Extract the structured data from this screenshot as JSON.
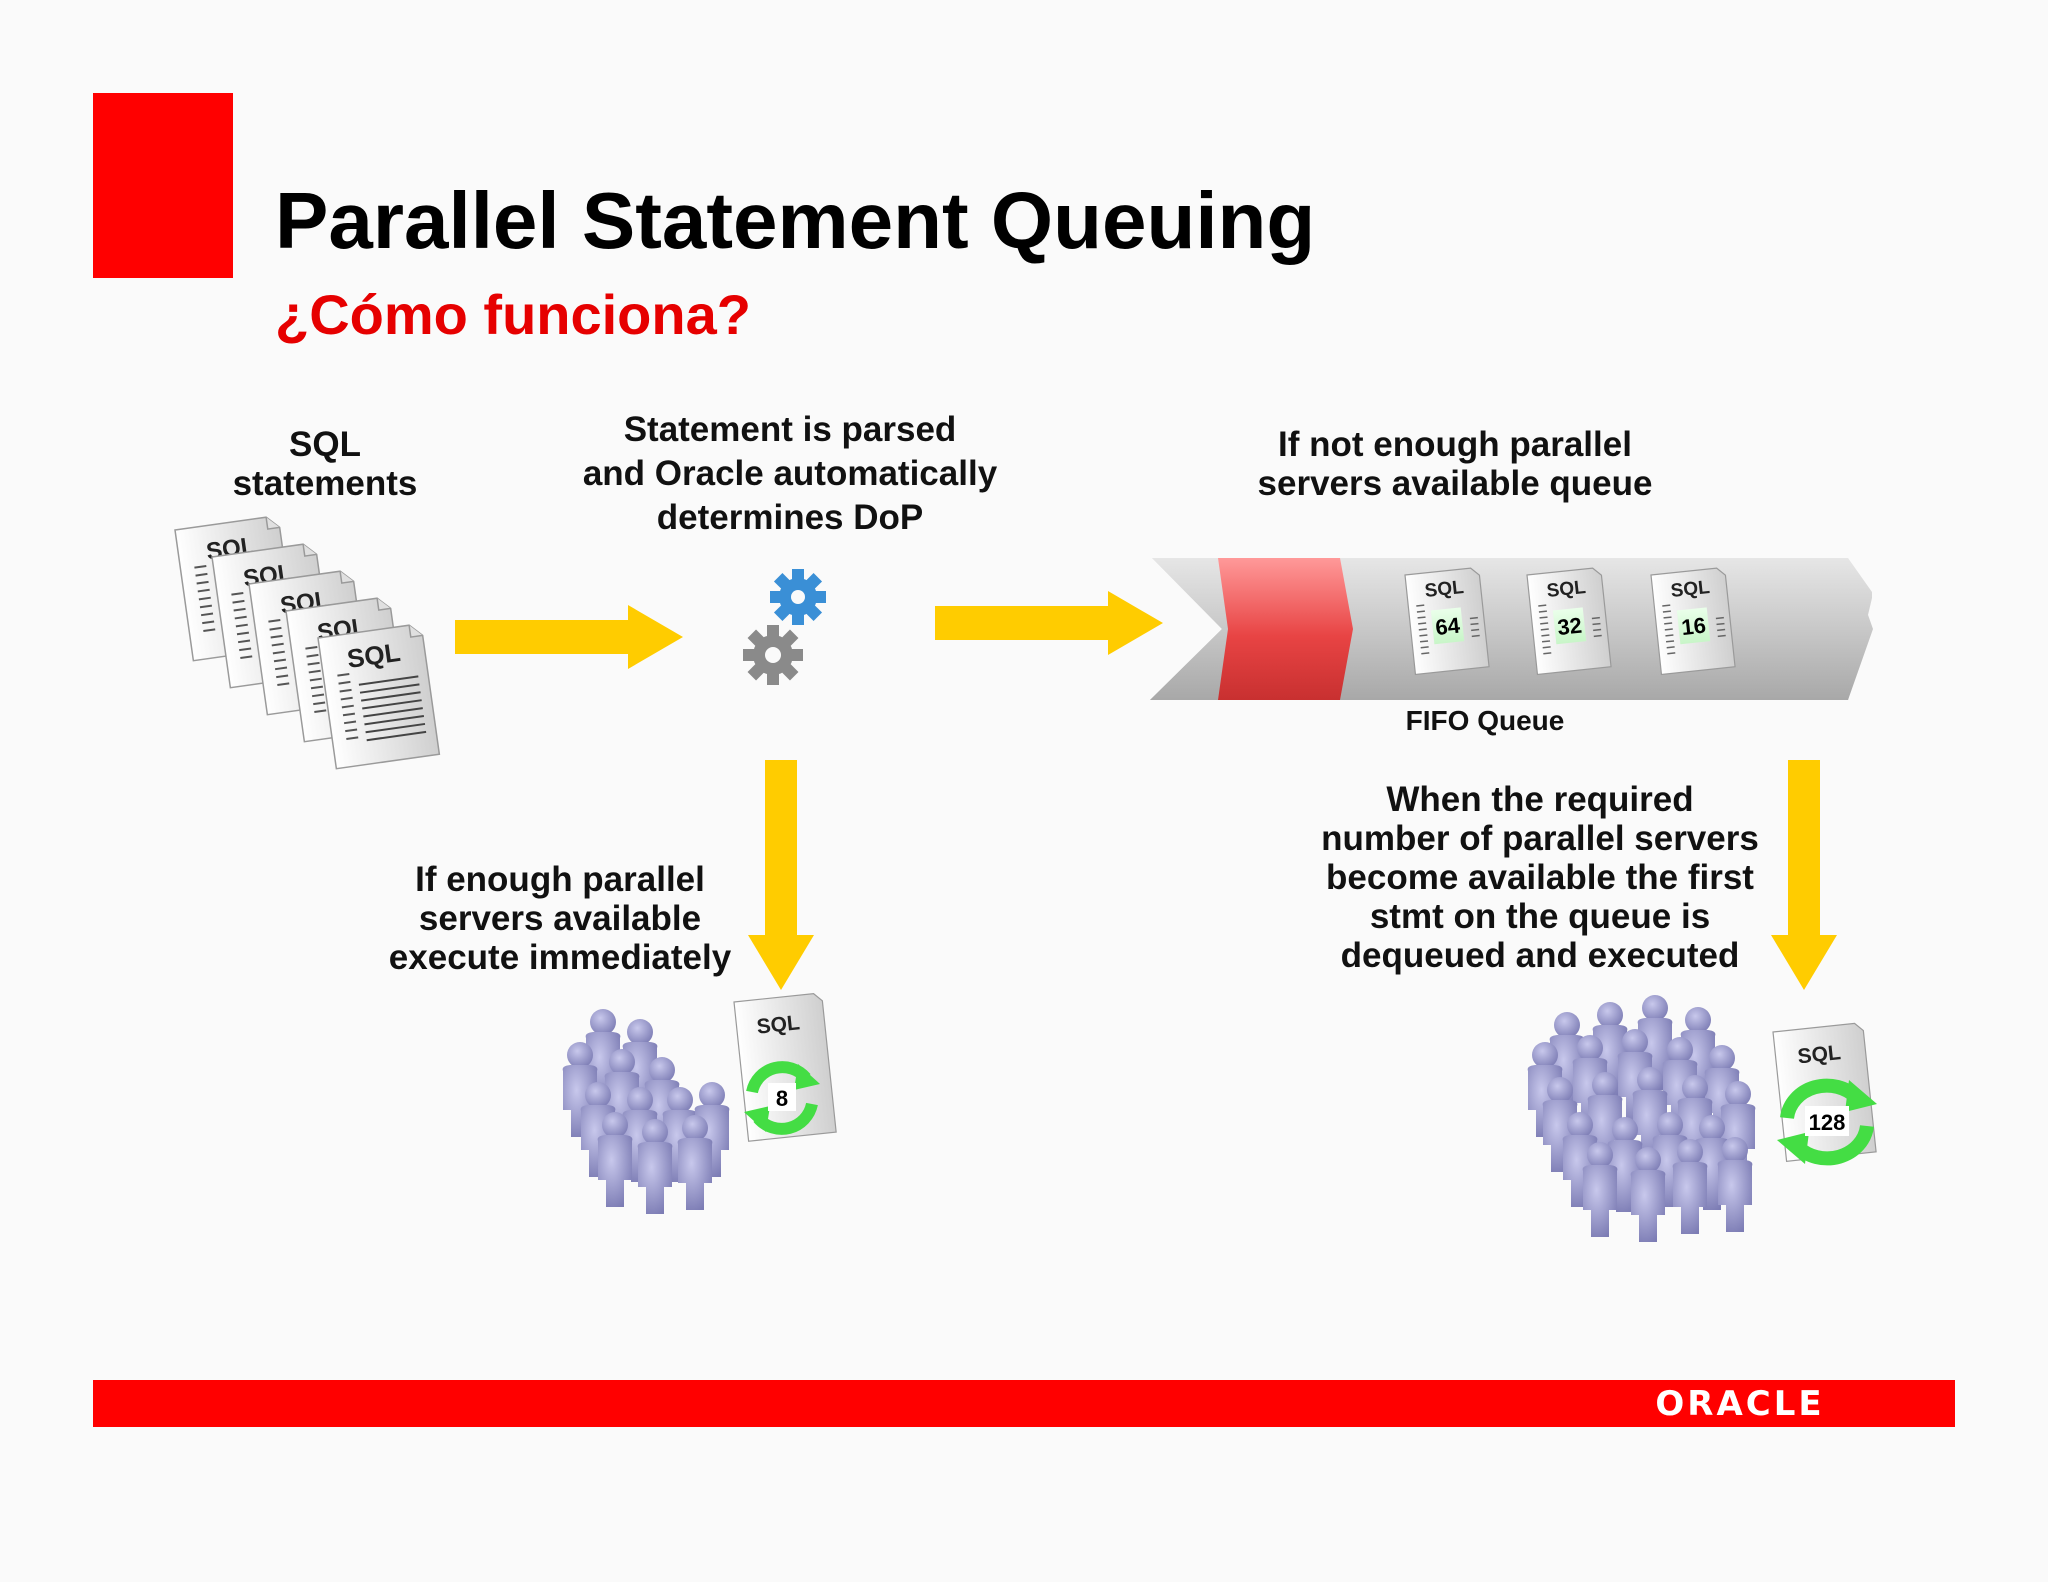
{
  "slide": {
    "title": "Parallel Statement Queuing",
    "subtitle": "¿Cómo funciona?",
    "footer_logo_text": "ORACLE"
  },
  "labels": {
    "sql_statements": "SQL\nstatements",
    "parse": "Statement is parsed\nand Oracle automatically\ndetermines DoP",
    "not_enough": "If not enough parallel\nservers available queue",
    "fifo": "FIFO Queue",
    "enough": "If enough parallel\nservers available\nexecute immediately",
    "when_available": "When the required\nnumber of parallel servers\nbecome available the first\nstmt on the queue is\ndequeued and executed"
  },
  "sql_doc_text": "SQL",
  "queue": {
    "items": [
      "64",
      "32",
      "16"
    ]
  },
  "executing": {
    "immediate_dop": "8",
    "dequeued_dop": "128"
  },
  "colors": {
    "brand_red": "#ff0000",
    "subtitle_red": "#e60000",
    "arrow_yellow": "#ffcc00",
    "queue_gray": "#c9c9c9",
    "queue_red": "#e64040",
    "people_purple": "#9a9ac8",
    "refresh_green": "#44dd44",
    "gear_blue": "#3a8fd6",
    "gear_gray": "#8a8a8a"
  }
}
